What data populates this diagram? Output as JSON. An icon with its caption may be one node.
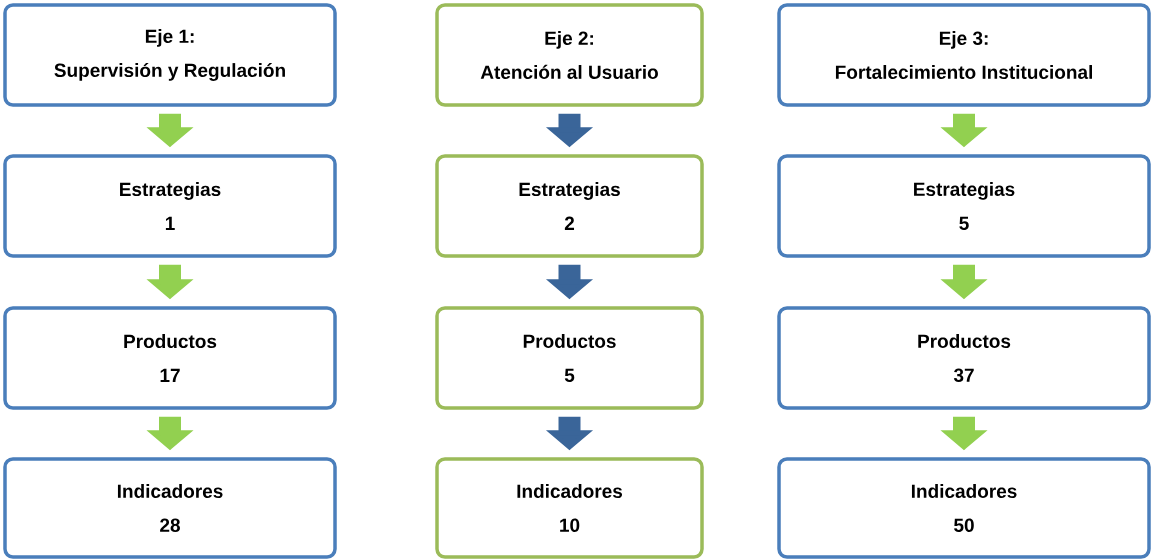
{
  "diagram": {
    "nodes": [
      {
        "text": [
          "Eje 1:",
          "Supervisión y Regulación"
        ]
      },
      {
        "text": [
          "Estrategias",
          "1"
        ]
      },
      {
        "text": [
          "Productos",
          "17"
        ]
      },
      {
        "text": [
          "Indicadores",
          "28"
        ]
      },
      {
        "text": [
          "Eje 2:",
          "Atención al Usuario"
        ]
      },
      {
        "text": [
          "Estrategias",
          "2"
        ]
      },
      {
        "text": [
          "Productos",
          "5"
        ]
      },
      {
        "text": [
          "Indicadores",
          "10"
        ]
      },
      {
        "text": [
          "Eje 3:",
          "Fortalecimiento Institucional"
        ]
      },
      {
        "text": [
          "Estrategias",
          "5"
        ]
      },
      {
        "text": [
          "Productos",
          "37"
        ]
      },
      {
        "text": [
          "Indicadores",
          "50"
        ]
      }
    ],
    "edges": [
      {
        "from": 0,
        "to": 1,
        "arrow": "to"
      },
      {
        "from": 1,
        "to": 2,
        "arrow": "to"
      },
      {
        "from": 2,
        "to": 3,
        "arrow": "to"
      },
      {
        "from": 4,
        "to": 5,
        "arrow": "to",
        "color": "#3a6599"
      },
      {
        "from": 5,
        "to": 6,
        "arrow": "to",
        "color": "#3a6599"
      },
      {
        "from": 6,
        "to": 7,
        "arrow": "to",
        "color": "#3a6599"
      },
      {
        "from": 8,
        "to": 9,
        "arrow": "to"
      },
      {
        "from": 9,
        "to": 10,
        "arrow": "to"
      },
      {
        "from": 10,
        "to": 11,
        "arrow": "to"
      }
    ]
  }
}
